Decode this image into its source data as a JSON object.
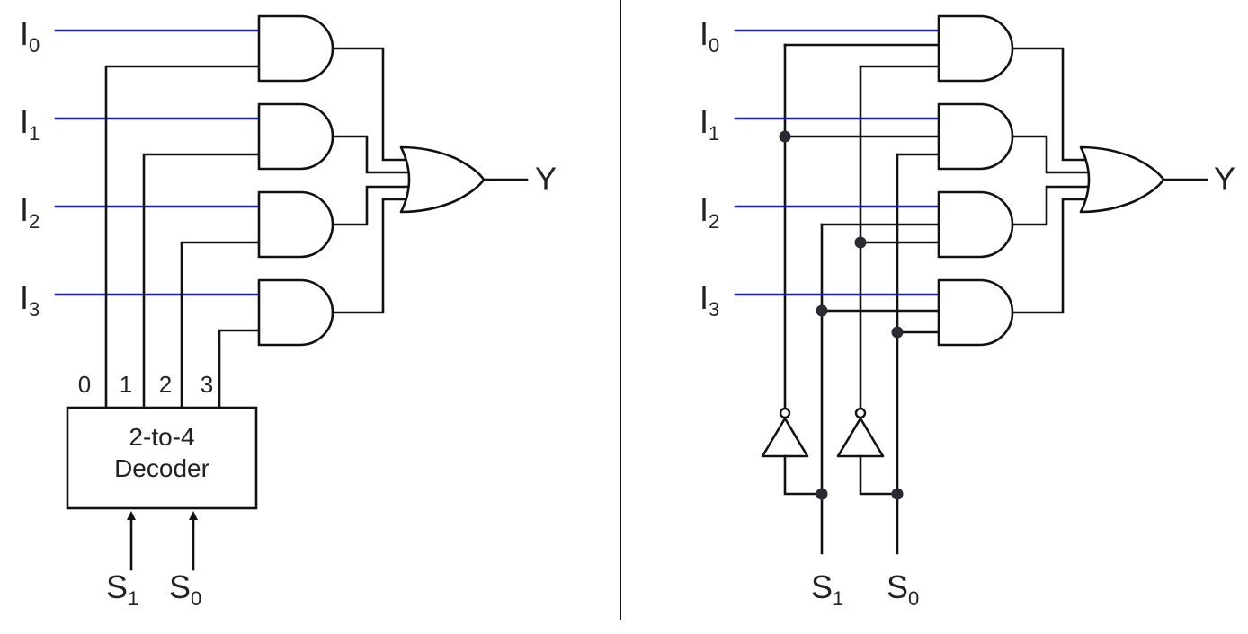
{
  "colors": {
    "input_wire": "#1a1ac8",
    "wire": "#111111",
    "junction": "#2a2a33"
  },
  "left_panel": {
    "inputs": [
      {
        "base": "I",
        "sub": "0"
      },
      {
        "base": "I",
        "sub": "1"
      },
      {
        "base": "I",
        "sub": "2"
      },
      {
        "base": "I",
        "sub": "3"
      }
    ],
    "output": "Y",
    "decoder": {
      "line1": "2-to-4",
      "line2": "Decoder",
      "outputs": [
        "0",
        "1",
        "2",
        "3"
      ]
    },
    "selects": [
      {
        "base": "S",
        "sub": "1"
      },
      {
        "base": "S",
        "sub": "0"
      }
    ]
  },
  "right_panel": {
    "inputs": [
      {
        "base": "I",
        "sub": "0"
      },
      {
        "base": "I",
        "sub": "1"
      },
      {
        "base": "I",
        "sub": "2"
      },
      {
        "base": "I",
        "sub": "3"
      }
    ],
    "output": "Y",
    "selects": [
      {
        "base": "S",
        "sub": "1"
      },
      {
        "base": "S",
        "sub": "0"
      }
    ]
  }
}
